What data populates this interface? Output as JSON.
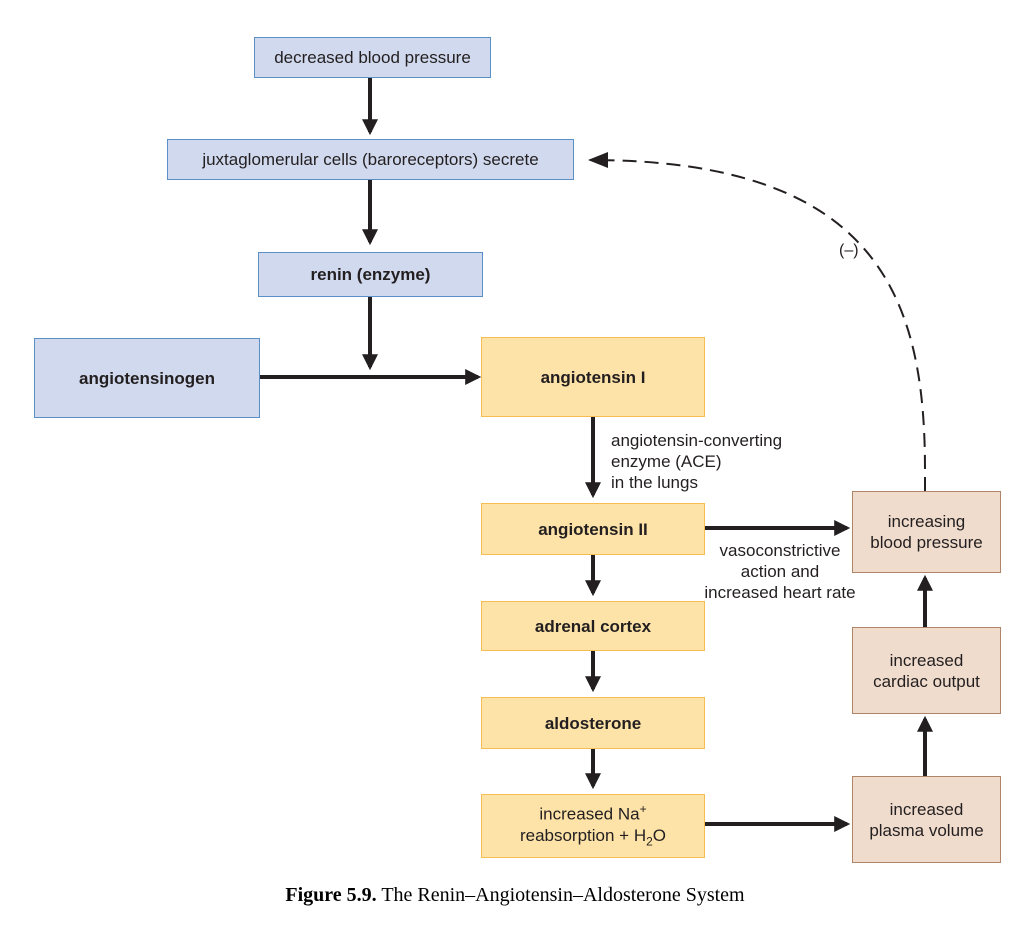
{
  "nodes": {
    "decreased_bp": "decreased blood pressure",
    "jg_cells": "juxtaglomerular cells (baroreceptors) secrete",
    "renin": "renin (enzyme)",
    "angiotensinogen": "angiotensinogen",
    "angiotensin_1": "angiotensin I",
    "angiotensin_2": "angiotensin II",
    "adrenal_cortex": "adrenal cortex",
    "aldosterone": "aldosterone",
    "na_reabsorption": {
      "line1_text": "increased Na",
      "line1_sup": "+",
      "line2_text": "reabsorption + H",
      "line2_sub": "2",
      "line2_end": "O"
    },
    "plasma_volume": "increased\nplasma volume",
    "cardiac_output": "increased\ncardiac output",
    "increasing_bp": "increasing\nblood pressure"
  },
  "labels": {
    "ace": "angiotensin-converting\nenzyme (ACE)\nin the lungs",
    "vasoconstrictive": "vasoconstrictive\naction and\nincreased heart rate",
    "negative_feedback": "(–)"
  },
  "caption": {
    "figure_number": "Figure 5.9.",
    "title": "The Renin–Angiotensin–Aldosterone System"
  },
  "colors": {
    "blue_fill": "#d0d9ed",
    "blue_border": "#5a8fc8",
    "orange_fill": "#fde3a8",
    "orange_border": "#f5bd54",
    "tan_fill": "#f0dccd",
    "tan_border": "#b08468",
    "arrow": "#231f20"
  }
}
